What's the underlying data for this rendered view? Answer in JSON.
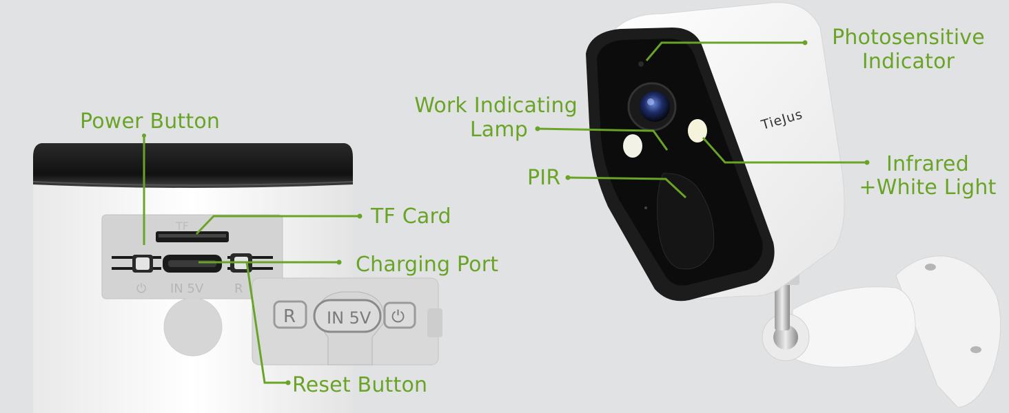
{
  "labels": {
    "power_button": "Power Button",
    "tf_card": "TF Card",
    "charging_port": "Charging Port",
    "reset_button": "Reset Button",
    "work_lamp_line1": "Work Indicating",
    "work_lamp_line2": "Lamp",
    "pir": "PIR",
    "photo_line1": "Photosensitive",
    "photo_line2": "Indicator",
    "ir_line1": "Infrared",
    "ir_line2": "+White Light"
  },
  "device_markings": {
    "brand": "TieJus",
    "port_voltage": "IN 5V",
    "cover_voltage": "IN 5V",
    "cover_reset": "R",
    "panel_tf": "TF",
    "panel_reset": "R"
  },
  "colors": {
    "accent_green": "#6aa427",
    "background": "#e1e2e4",
    "device_white": "#f4f4f4",
    "device_black": "#1c1c1c"
  }
}
